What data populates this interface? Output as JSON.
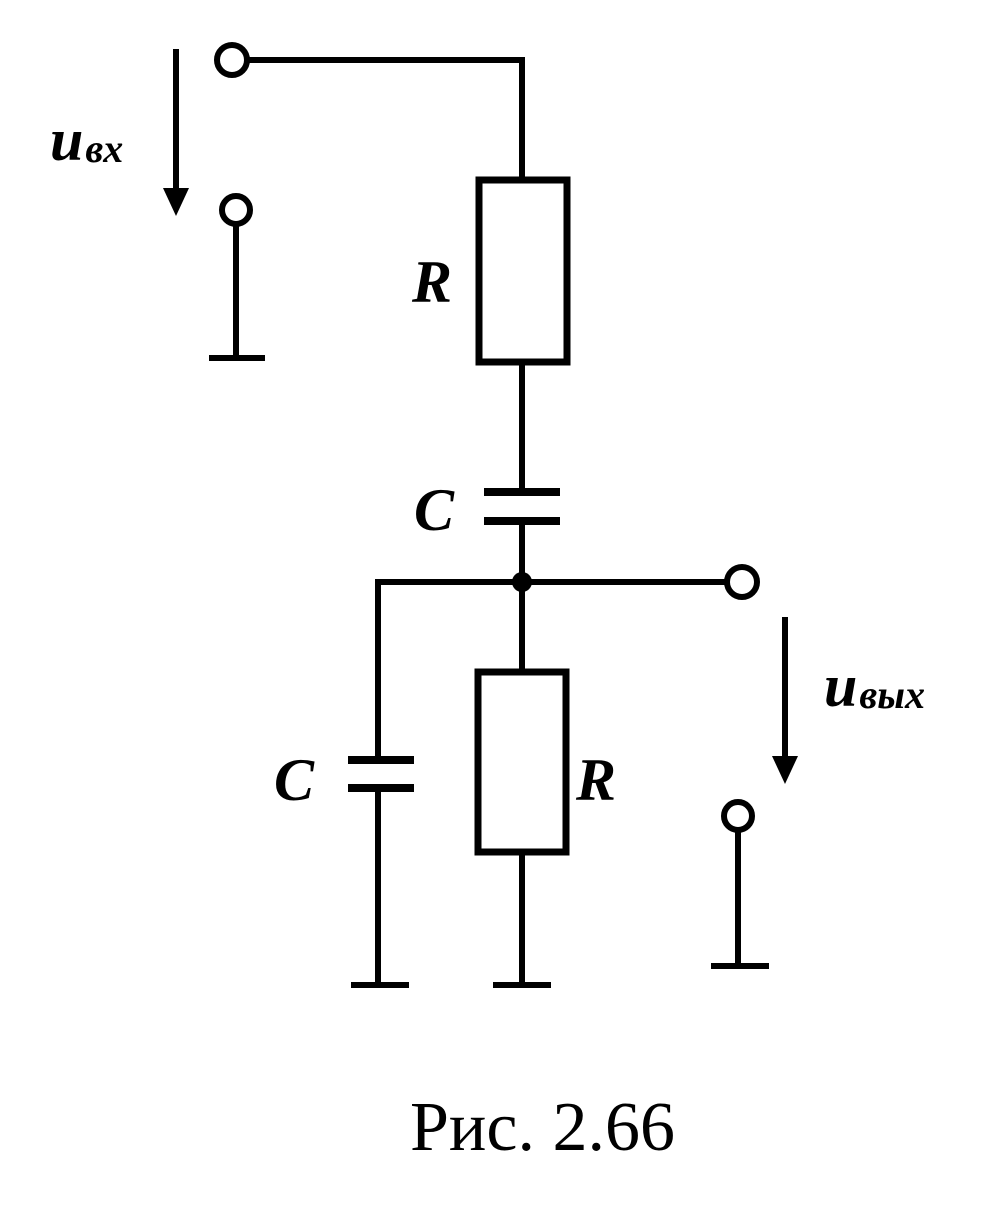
{
  "labels": {
    "input_voltage": {
      "symbol": "u",
      "subscript": "вх"
    },
    "output_voltage": {
      "symbol": "u",
      "subscript": "вых"
    },
    "resistor_top": "R",
    "capacitor_series": "C",
    "capacitor_shunt": "C",
    "resistor_bottom": "R"
  },
  "caption": "Рис. 2.66"
}
